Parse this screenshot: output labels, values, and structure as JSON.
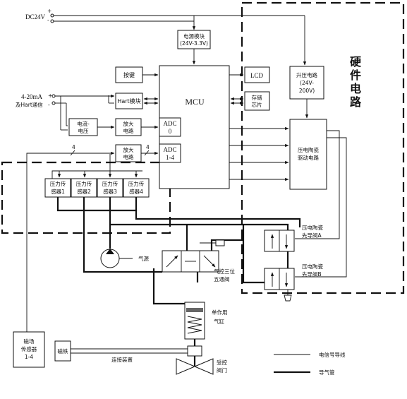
{
  "power": {
    "dc24v": "DC24V",
    "plus": "+",
    "minus": "-"
  },
  "hardware_title": [
    "硬",
    "件",
    "电",
    "路"
  ],
  "blocks": {
    "power_module": [
      "电源模块",
      "(24V-3.3V)"
    ],
    "keys": "按键",
    "hart": "Hart模块",
    "mcu": "MCU",
    "lcd": "LCD",
    "storage": [
      "存储",
      "芯片"
    ],
    "boost": [
      "升压电路",
      "(24V-",
      "200V)"
    ],
    "piezo_driver": [
      "压电陶瓷",
      "驱动电路"
    ],
    "cur_volt": [
      "电流-",
      "电压"
    ],
    "amp0": [
      "放大",
      "电路"
    ],
    "amp1": [
      "放大",
      "电路"
    ],
    "adc0": [
      "ADC",
      "0"
    ],
    "adc1": [
      "ADC",
      "1-4"
    ],
    "sensors": [
      [
        "压力传",
        "感器1"
      ],
      [
        "压力传",
        "感器2"
      ],
      [
        "压力传",
        "感器3"
      ],
      [
        "压力传",
        "感器4"
      ]
    ],
    "magnetic_sensor": [
      "磁场",
      "传感器",
      "1-4"
    ],
    "magnet": "磁铁"
  },
  "labels": {
    "input_signal": [
      "4-20mA",
      "及Hart通信"
    ],
    "bus_count_a": "4",
    "bus_count_b": "4",
    "air_source": "气源",
    "valve3": [
      "气控三位",
      "五通阀"
    ],
    "pilot_a": [
      "压电陶瓷",
      "先导阀A"
    ],
    "pilot_b": [
      "压电陶瓷",
      "先导阀B"
    ],
    "cylinder": [
      "单作用",
      "气缸"
    ],
    "linkage": "连接装置",
    "control_valve": [
      "受控",
      "阀门"
    ]
  },
  "legend": {
    "signal_line": "电信号导线",
    "air_pipe": "导气管"
  }
}
